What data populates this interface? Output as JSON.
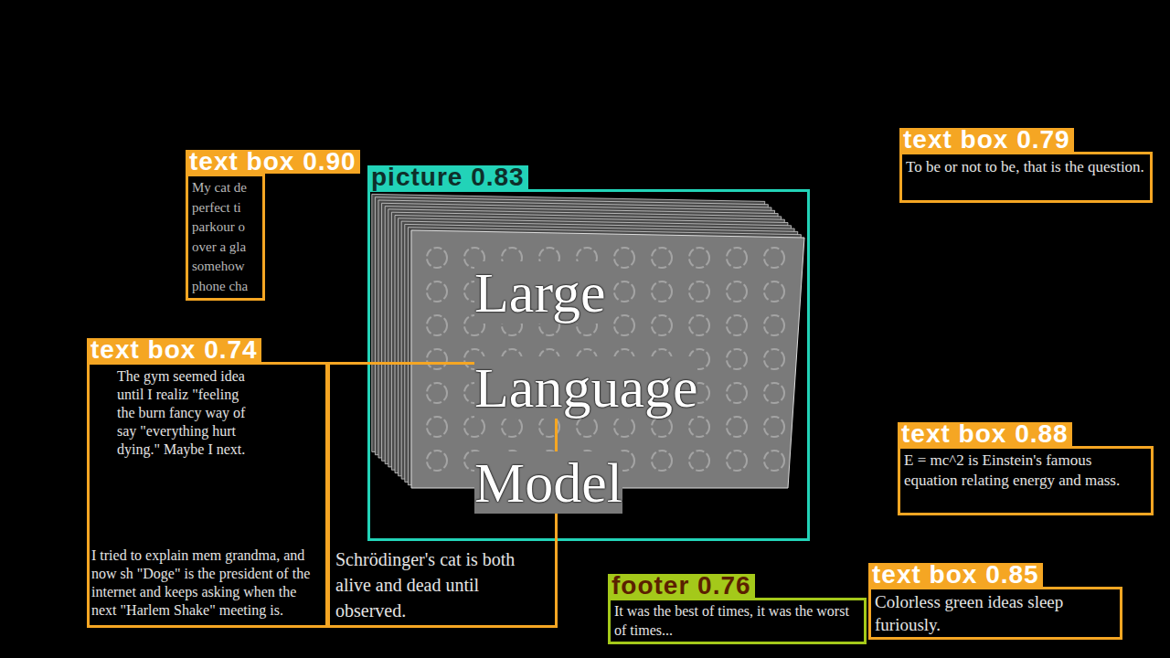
{
  "diagram": {
    "nodes": [
      {
        "text": [
          "text box 0.90",
          "My cat de perfect ti parkour o over a gla somehow phone cha"
        ]
      },
      {
        "text": [
          "picture 0.83",
          "Large Language Model"
        ]
      },
      {
        "text": [
          "text box 0.79",
          "To be or not to be, that is the question."
        ]
      },
      {
        "text": [
          "text box 0.74",
          "The gym seemed idea until I realiz \"feeling the burn fancy way of say \"everything hurt dying.\" Maybe I next.",
          "I tried to explain mem grandma, and now sh \"Doge\" is the president of the internet and keeps asking when the next \"Harlem Shake\" meeting is."
        ]
      },
      {
        "text": [
          "Schrödinger's cat is both alive and dead until observed."
        ]
      },
      {
        "text": [
          "text box 0.88",
          "E = mc^2 is Einstein's famous equation relating energy and mass."
        ]
      },
      {
        "text": [
          "footer 0.76",
          "It was the best of times, it was the worst of times..."
        ]
      },
      {
        "text": [
          "text box 0.85",
          "Colorless green ideas sleep furiously."
        ]
      }
    ]
  }
}
